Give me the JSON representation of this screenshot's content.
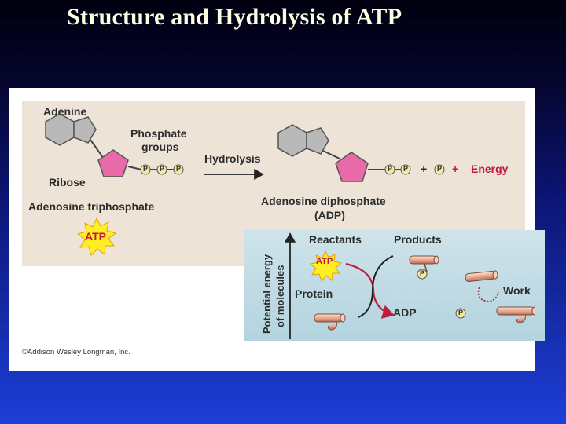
{
  "slide": {
    "title": "Structure and Hydrolysis of ATP"
  },
  "top_panel": {
    "adenine": "Adenine",
    "phosphate_groups_line1": "Phosphate",
    "phosphate_groups_line2": "groups",
    "ribose": "Ribose",
    "hydrolysis": "Hydrolysis",
    "atp_name": "Adenosine triphosphate",
    "adp_name": "Adenosine diphosphate",
    "adp_abbrev": "(ADP)",
    "phosphate_symbol": "P",
    "plus": "+",
    "energy": "Energy",
    "atp_burst": "ATP"
  },
  "bottom_panel": {
    "y_axis_line1": "Potential energy",
    "y_axis_line2": "of molecules",
    "reactants": "Reactants",
    "products": "Products",
    "atp_burst": "ATP",
    "protein": "Protein",
    "adp": "ADP",
    "work": "Work",
    "phosphate_symbol": "P"
  },
  "copyright": "©Addison Wesley Longman, Inc.",
  "colors": {
    "background_top": "#000010",
    "background_bottom": "#1d3fd8",
    "title": "#fdfde0",
    "panel_top": "#ede3d7",
    "panel_bottom": "#b3d4df",
    "adenine_ring": "#b9b9b9",
    "ribose": "#e86aa8",
    "phosphate": "#f5e9a0",
    "energy_red": "#c21a3c",
    "burst_yellow": "#ffee22"
  }
}
